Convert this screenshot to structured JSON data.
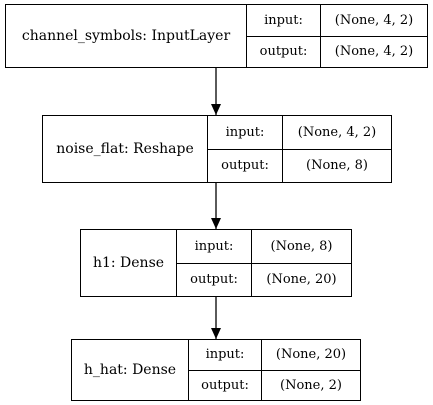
{
  "nodes": [
    {
      "name": "channel_symbols: InputLayer",
      "input_label": "input:",
      "input_value": "(None, 4, 2)",
      "output_label": "output:",
      "output_value": "(None, 4, 2)"
    },
    {
      "name": "noise_flat: Reshape",
      "input_label": "input:",
      "input_value": "(None, 4, 2)",
      "output_label": "output:",
      "output_value": "(None, 8)"
    },
    {
      "name": "h1: Dense",
      "input_label": "input:",
      "input_value": "(None, 8)",
      "output_label": "output:",
      "output_value": "(None, 20)"
    },
    {
      "name": "h_hat: Dense",
      "input_label": "input:",
      "input_value": "(None, 20)",
      "output_label": "output:",
      "output_value": "(None, 2)"
    }
  ]
}
